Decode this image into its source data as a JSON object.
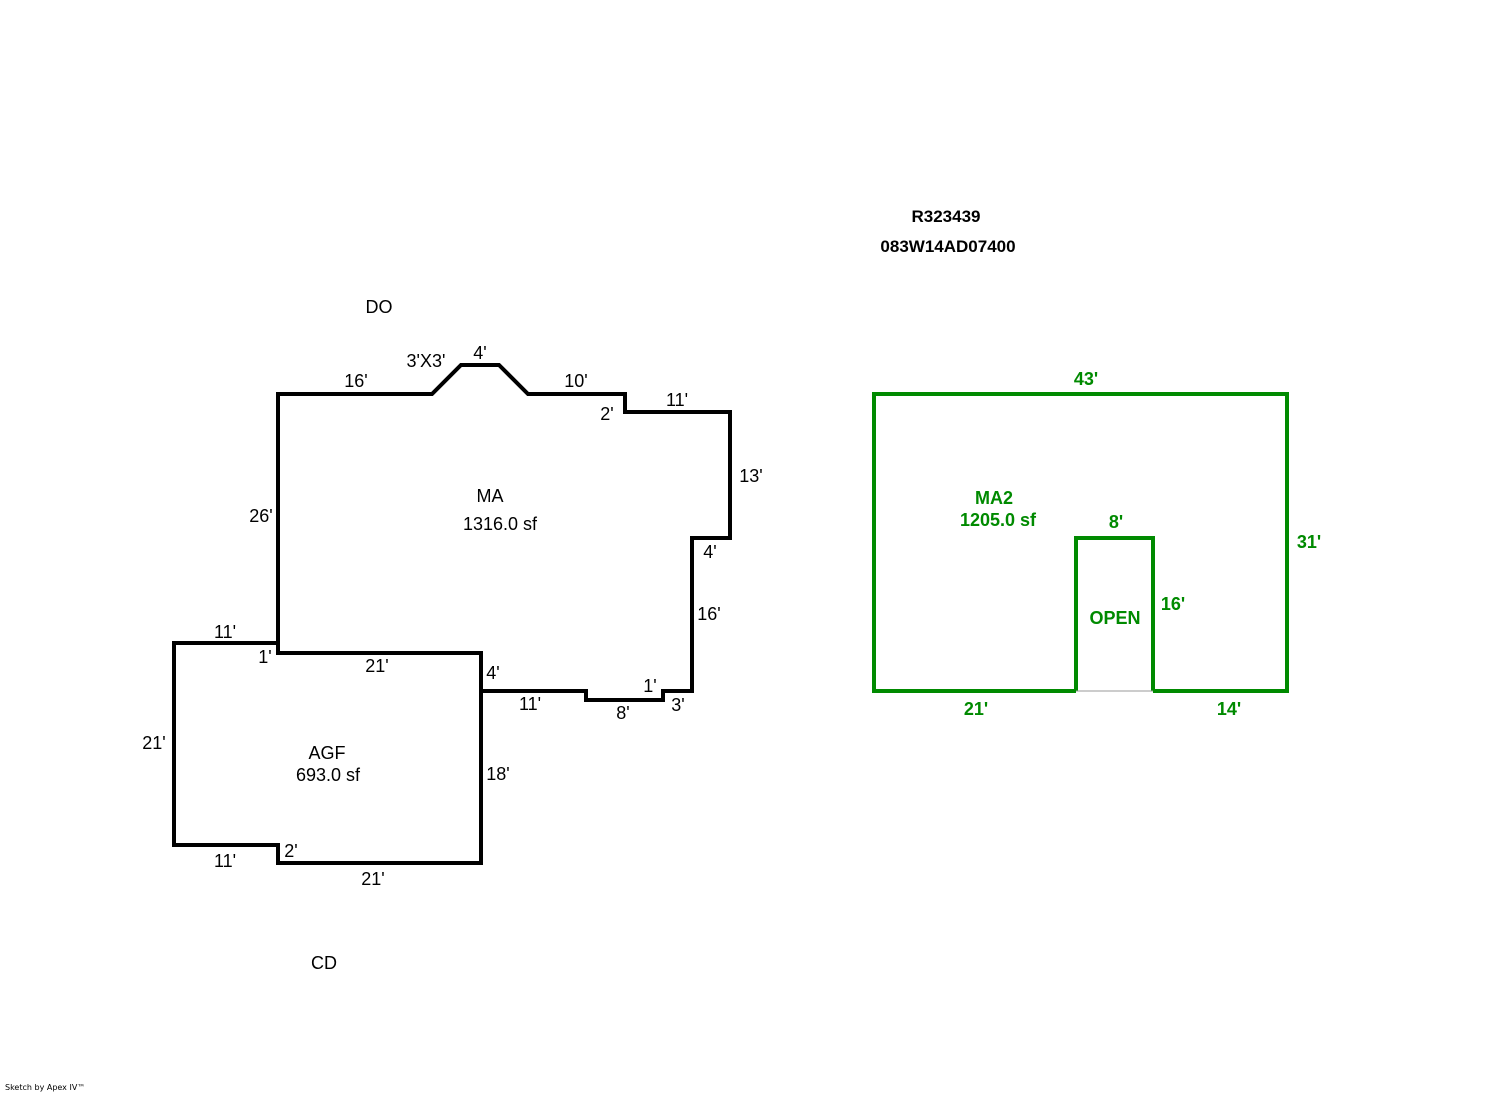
{
  "header": {
    "account": "R323439",
    "map_number": "083W14AD07400"
  },
  "orientation": {
    "top": "DO",
    "bottom": "CD"
  },
  "areas": {
    "ma": {
      "code": "MA",
      "area": "1316.0 sf",
      "color": "#000000",
      "dims": [
        "16'",
        "3'X3'",
        "4'",
        "10'",
        "2'",
        "11'",
        "13'",
        "4'",
        "16'",
        "3'",
        "1'",
        "8'",
        "11'",
        "4'",
        "21'",
        "1'",
        "26'"
      ]
    },
    "agf": {
      "code": "AGF",
      "area": "693.0 sf",
      "color": "#000000",
      "dims": [
        "11'",
        "21'",
        "11'",
        "2'",
        "21'",
        "18'"
      ]
    },
    "ma2": {
      "code": "MA2",
      "area": "1205.0 sf",
      "color": "#008a00",
      "dims": [
        "43'",
        "31'",
        "14'",
        "21'",
        "8'",
        "16'"
      ]
    },
    "open": {
      "code": "OPEN"
    }
  },
  "footer": {
    "credit": "Sketch by Apex IV™"
  }
}
